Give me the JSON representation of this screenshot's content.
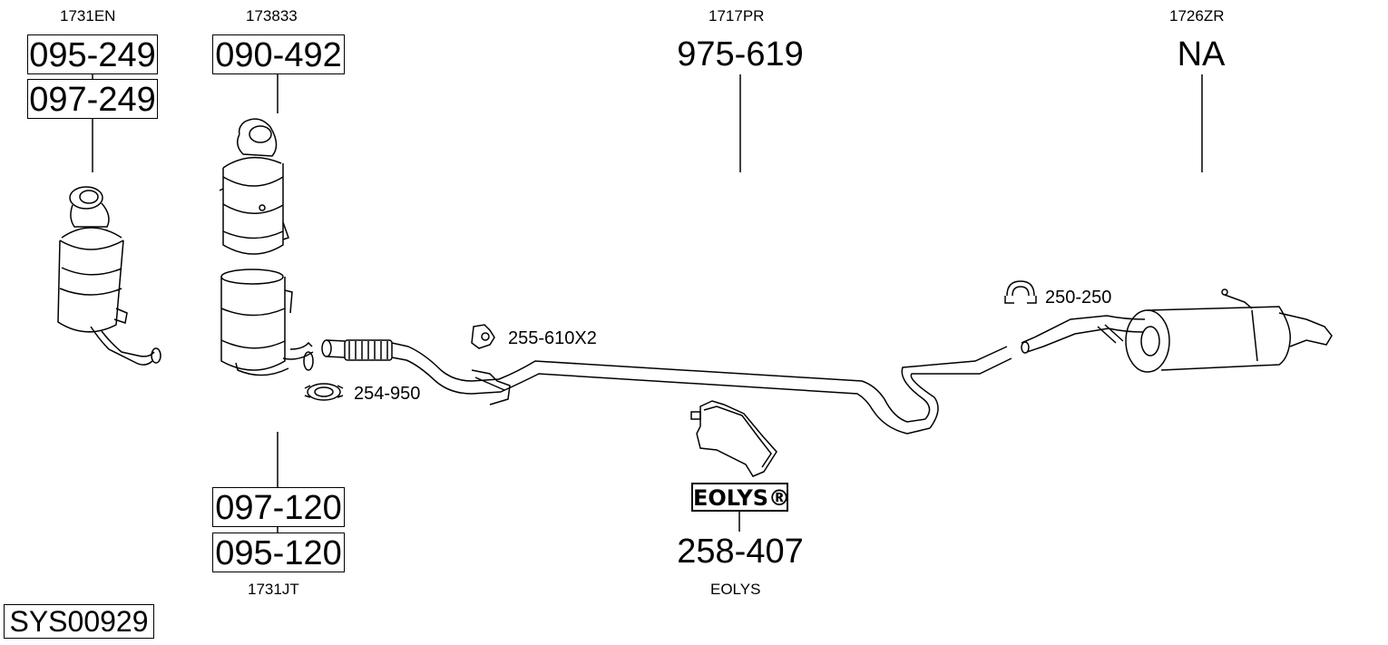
{
  "system_code": "SYS00929",
  "parts": {
    "cat_left": {
      "ref": "1731EN",
      "codes": [
        "095-249",
        "097-249"
      ]
    },
    "cat_mid": {
      "ref": "173833",
      "code": "090-492"
    },
    "filter": {
      "codes": [
        "097-120",
        "095-120"
      ],
      "ref": "1731JT"
    },
    "middle_pipe": {
      "ref": "1717PR",
      "code": "975-619"
    },
    "rear_muffler": {
      "ref": "1726ZR",
      "code": "NA"
    },
    "additive_tank": {
      "badge": "EOLYS®",
      "code": "258-407",
      "ref": "EOLYS"
    }
  },
  "accessories": {
    "gasket": "255-610X2",
    "clamp_front": "254-950",
    "clamp_rear": "250-250"
  }
}
